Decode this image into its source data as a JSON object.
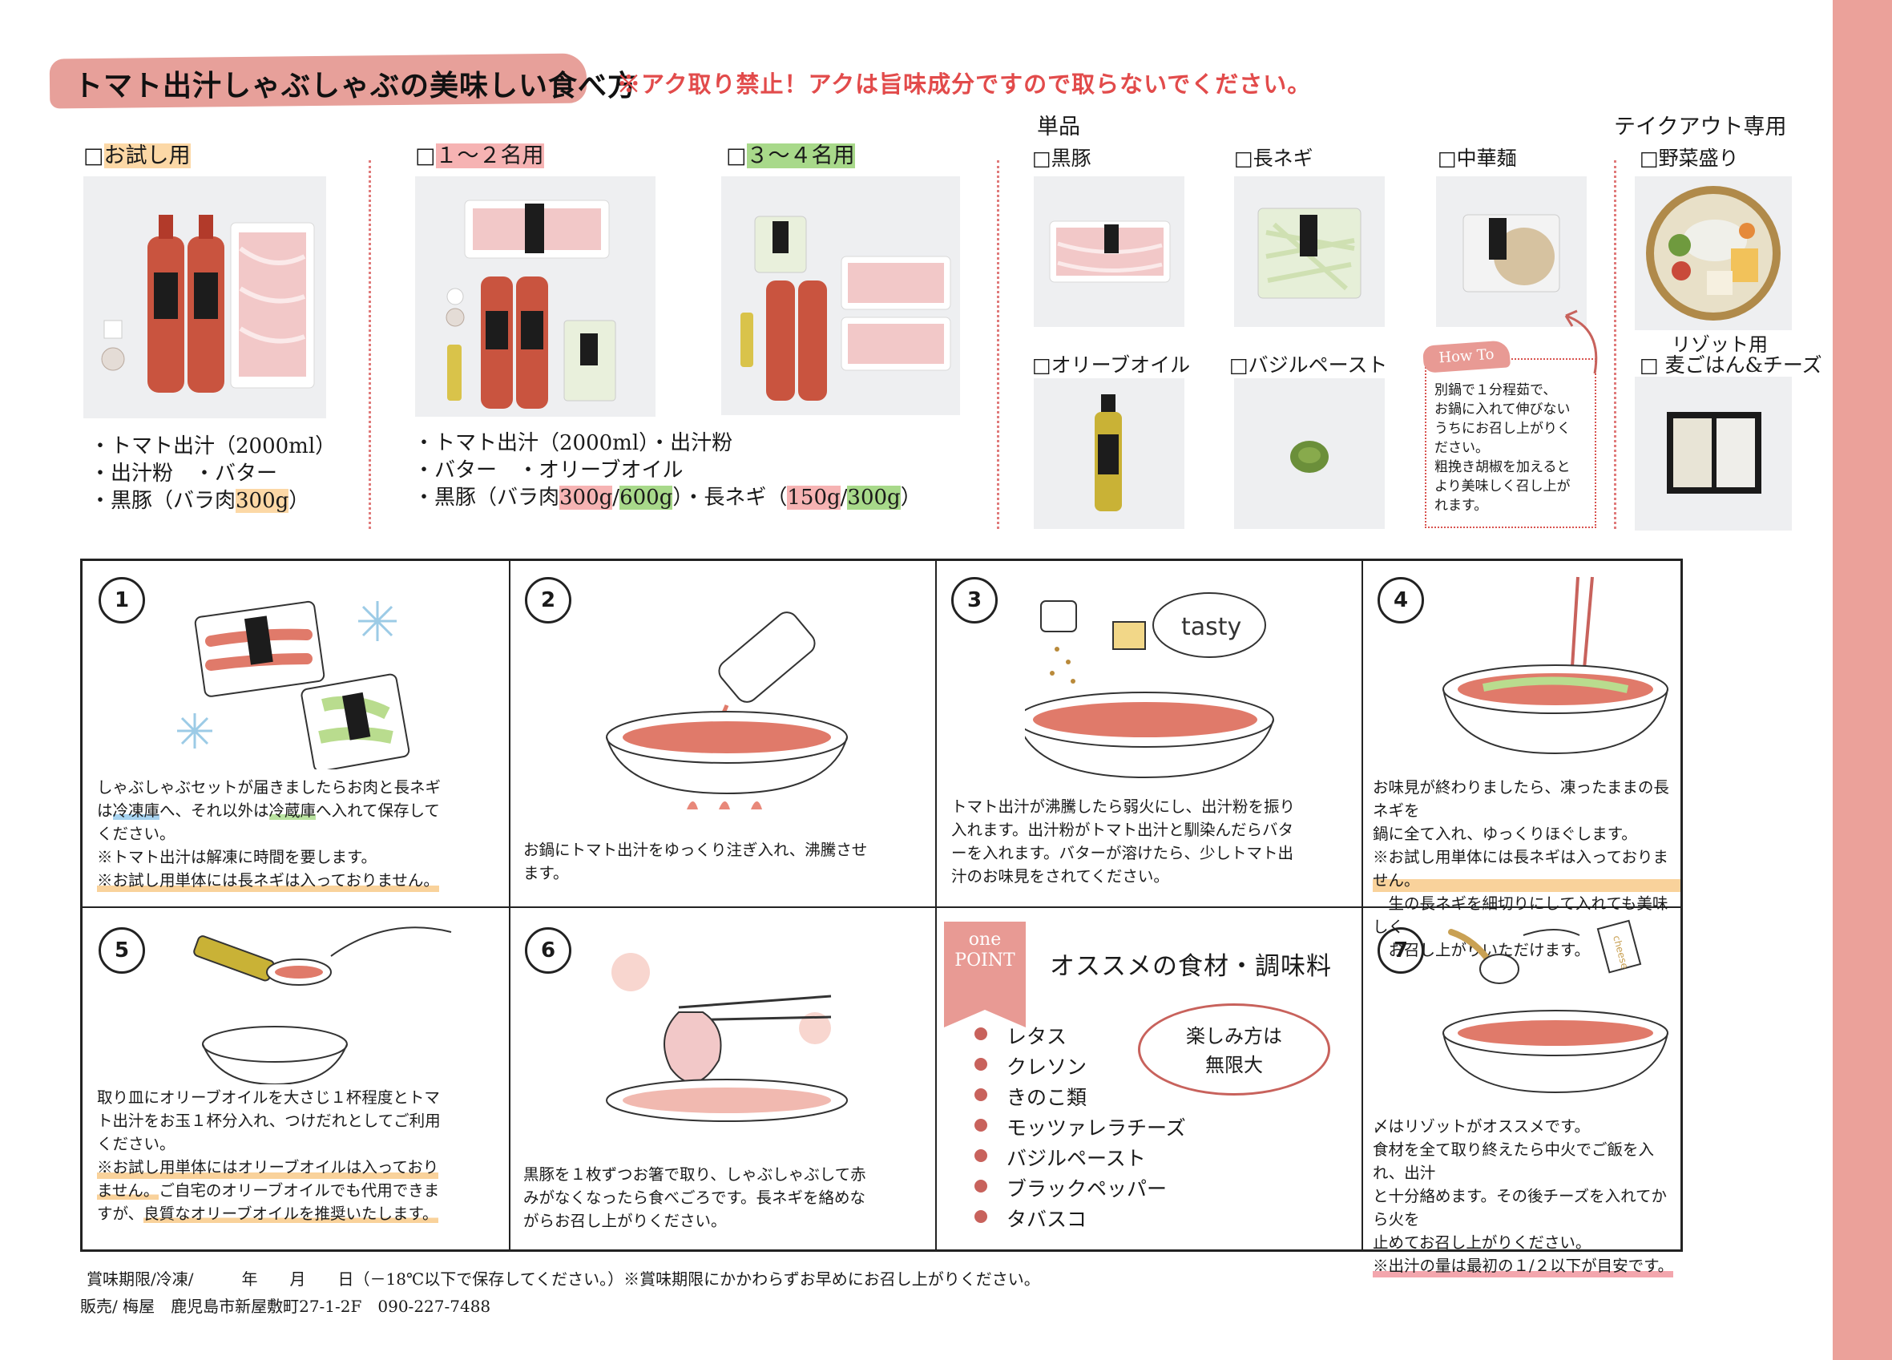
{
  "title": "トマト出汁しゃぶしゃぶの美味しい食べ方",
  "warning": "※アク取り禁止！アクは旨味成分ですので取らないでください。",
  "sets": {
    "trial": {
      "box": "□",
      "label": "お試し用",
      "bullets": [
        "・トマト出汁（2000ml）",
        "・出汁粉　・バター"
      ],
      "b3_pre": "・黒豚（バラ肉",
      "b3_hl": "300g",
      "b3_post": "）"
    },
    "two": {
      "box": "□",
      "label": "１～２名用"
    },
    "four": {
      "box": "□",
      "label": "３～４名用"
    },
    "pair_bullets": {
      "l1": "・トマト出汁（2000ml）・出汁粉",
      "l2": "・バター　・オリーブオイル",
      "l3_a": "・黒豚（バラ肉",
      "l3_b": "300g",
      "l3_c": "/",
      "l3_d": "600g",
      "l3_e": "）・長ネギ（",
      "l3_f": "150g",
      "l3_g": "/",
      "l3_h": "300g",
      "l3_i": "）"
    }
  },
  "single": {
    "heading": "単品",
    "items": [
      "□黒豚",
      "□長ネギ",
      "□中華麺",
      "□オリーブオイル",
      "□バジルペースト"
    ]
  },
  "takeout": {
    "heading": "テイクアウト専用",
    "item1": "□野菜盛り",
    "item2_line1": "リゾット用",
    "item2_line2": "□ 麦ごはん&チーズ"
  },
  "howto": {
    "tag": "How To",
    "lines": [
      "別鍋で１分程茹で、",
      "お鍋に入れて伸びない",
      "うちにお召し上がりく",
      "ださい。",
      "粗挽き胡椒を加えると",
      "より美味しく召し上が",
      "れます。"
    ]
  },
  "steps": {
    "s1": {
      "num": "1",
      "l1": "しゃぶしゃぶセットが届きましたらお肉と長ネギ",
      "l2_a": "は",
      "l2_b": "冷凍庫",
      "l2_c": "へ、それ以外は",
      "l2_d": "冷蔵庫",
      "l2_e": "へ入れて保存して",
      "l3": "ください。",
      "l4": "※トマト出汁は解凍に時間を要します。",
      "l5": "※お試し用単体には長ネギは入っておりません。"
    },
    "s2": {
      "num": "2",
      "l1": "お鍋にトマト出汁をゆっくり注ぎ入れ、沸騰させ",
      "l2": "ます。"
    },
    "s3": {
      "num": "3",
      "tasty": "tasty",
      "l1": "トマト出汁が沸騰したら弱火にし、出汁粉を振り",
      "l2": "入れます。出汁粉がトマト出汁と馴染んだらバタ",
      "l3": "ーを入れます。バターが溶けたら、少しトマト出",
      "l4": "汁のお味見をされてください。"
    },
    "s4": {
      "num": "4",
      "l1": "お味見が終わりましたら、凍ったままの長ネギを",
      "l2": "鍋に全て入れ、ゆっくりほぐします。",
      "l3": "※お試し用単体には長ネギは入っておりません。",
      "l4": "　生の長ネギを細切りにして入れても美味しく",
      "l5": "　お召し上がりいただけます。"
    },
    "s5": {
      "num": "5",
      "l1": "取り皿にオリーブオイルを大さじ１杯程度とトマ",
      "l2": "ト出汁をお玉１杯分入れ、つけだれとしてご利用",
      "l3": "ください。",
      "l4": "※お試し用単体にはオリーブオイルは入っており",
      "l5_a": "ません。",
      "l5_b": "ご自宅のオリーブオイルでも代用できま",
      "l6_a": "すが、",
      "l6_b": "良質なオリーブオイルを推奨いたします。"
    },
    "s6": {
      "num": "6",
      "l1": "黒豚を１枚ずつお箸で取り、しゃぶしゃぶして赤",
      "l2": "みがなくなったら食べごろです。長ネギを絡めな",
      "l3": "がらお召し上がりください。"
    },
    "s7": {
      "num": "7",
      "cheese": "cheese",
      "l1": "〆はリゾットがオススメです。",
      "l2": "食材を全て取り終えたら中火でご飯を入れ、出汁",
      "l3": "と十分絡めます。その後チーズを入れてから火を",
      "l4": "止めてお召し上がりください。",
      "l5": "※出汁の量は最初の１/２以下が目安です。"
    }
  },
  "onepoint": {
    "tag_top": "one",
    "tag_bottom": "POINT",
    "title": "オススメの食材・調味料",
    "items": [
      "レタス",
      "クレソン",
      "きのこ類",
      "モッツァレラチーズ",
      "バジルペースト",
      "ブラックペッパー",
      "タバスコ"
    ],
    "bubble_l1": "楽しみ方は",
    "bubble_l2": "無限大"
  },
  "footer": {
    "line1": "賞味期限/冷凍/　　　年　　月　　日（－18℃以下で保存してください。）※賞味期限にかかわらずお早めにお召し上がりください。",
    "line2": "販売/ 梅屋　鹿児島市新屋敷町27-1-2F　090-227-7488"
  },
  "colors": {
    "accent": "#e89a94",
    "warning": "#e24b4b",
    "orange_hl": "#fcd8a6",
    "pink_hl": "#f6b3b3",
    "green_hl": "#a8d98a"
  }
}
